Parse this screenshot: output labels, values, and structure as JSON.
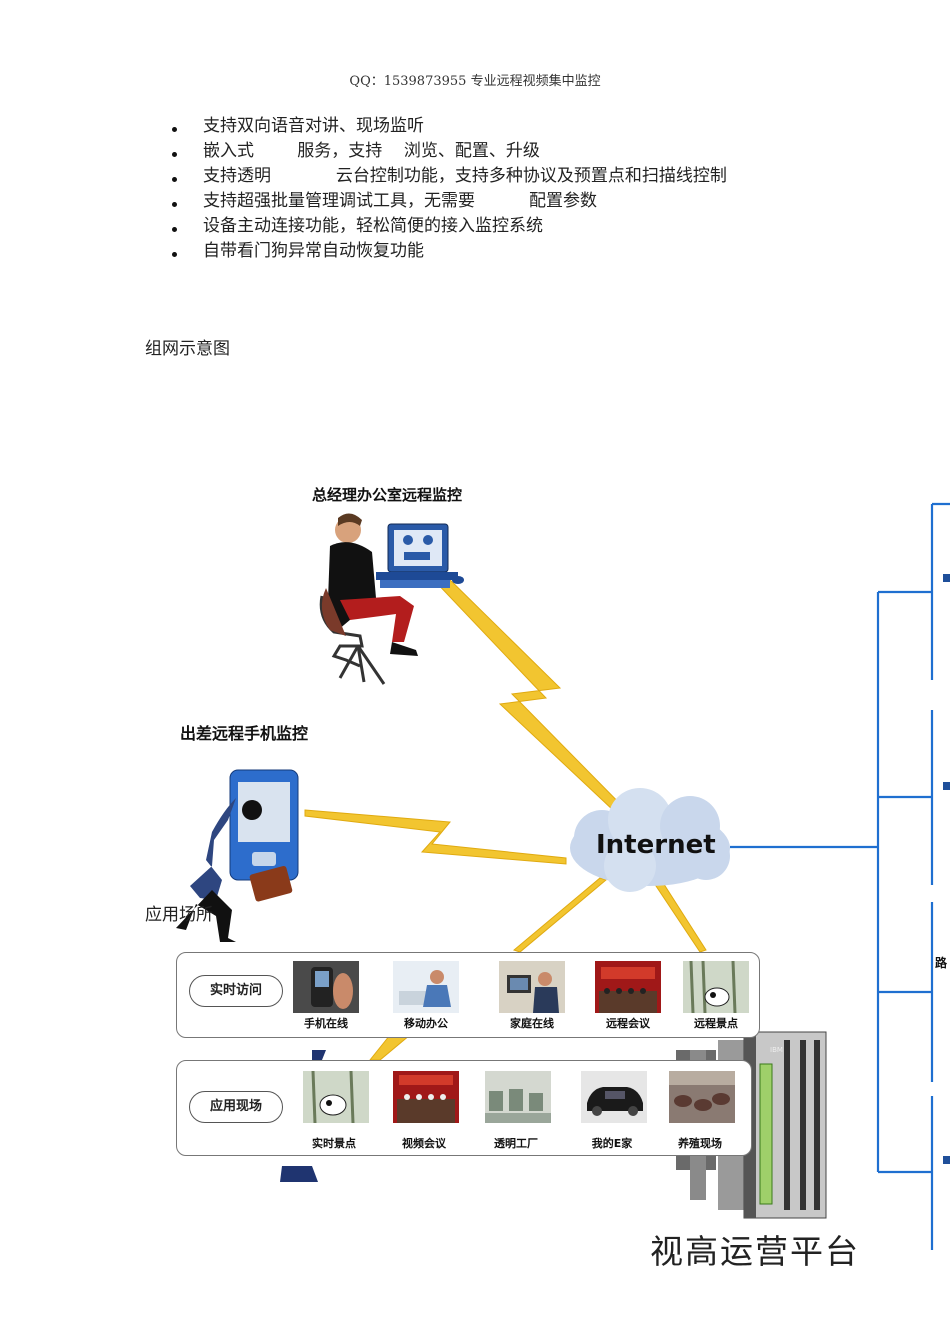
{
  "header": "QQ：1539873955  专业远程视频集中监控",
  "features": [
    "支持双向语音对讲、现场监听",
    "嵌入式        服务，支持    浏览、配置、升级",
    "支持透明            云台控制功能，支持多种协议及预置点和扫描线控制",
    "支持超强批量管理调试工具，无需要          配置参数",
    "设备主动连接功能，轻松简便的接入监控系统",
    "自带看门狗异常自动恢复功能"
  ],
  "section_network": "组网示意图",
  "section_application": "应用场所",
  "diagram": {
    "office_caption": "总经理办公室远程监控",
    "mobile_caption": "出差远程手机监控",
    "cloud_label": "Internet",
    "right_label": "路",
    "platform_title": "视高运营平台",
    "server_brand": "IBM",
    "panel1": {
      "label": "实时访问",
      "items": [
        "手机在线",
        "移动办公",
        "家庭在线",
        "远程会议",
        "远程景点"
      ]
    },
    "panel2": {
      "label": "应用现场",
      "items": [
        "实时景点",
        "视频会议",
        "透明工厂",
        "我的E家",
        "养殖现场"
      ]
    }
  },
  "colors": {
    "lightning": "#f2c530",
    "link_line": "#1f6fd0",
    "cloud": "#c9d7ec"
  }
}
